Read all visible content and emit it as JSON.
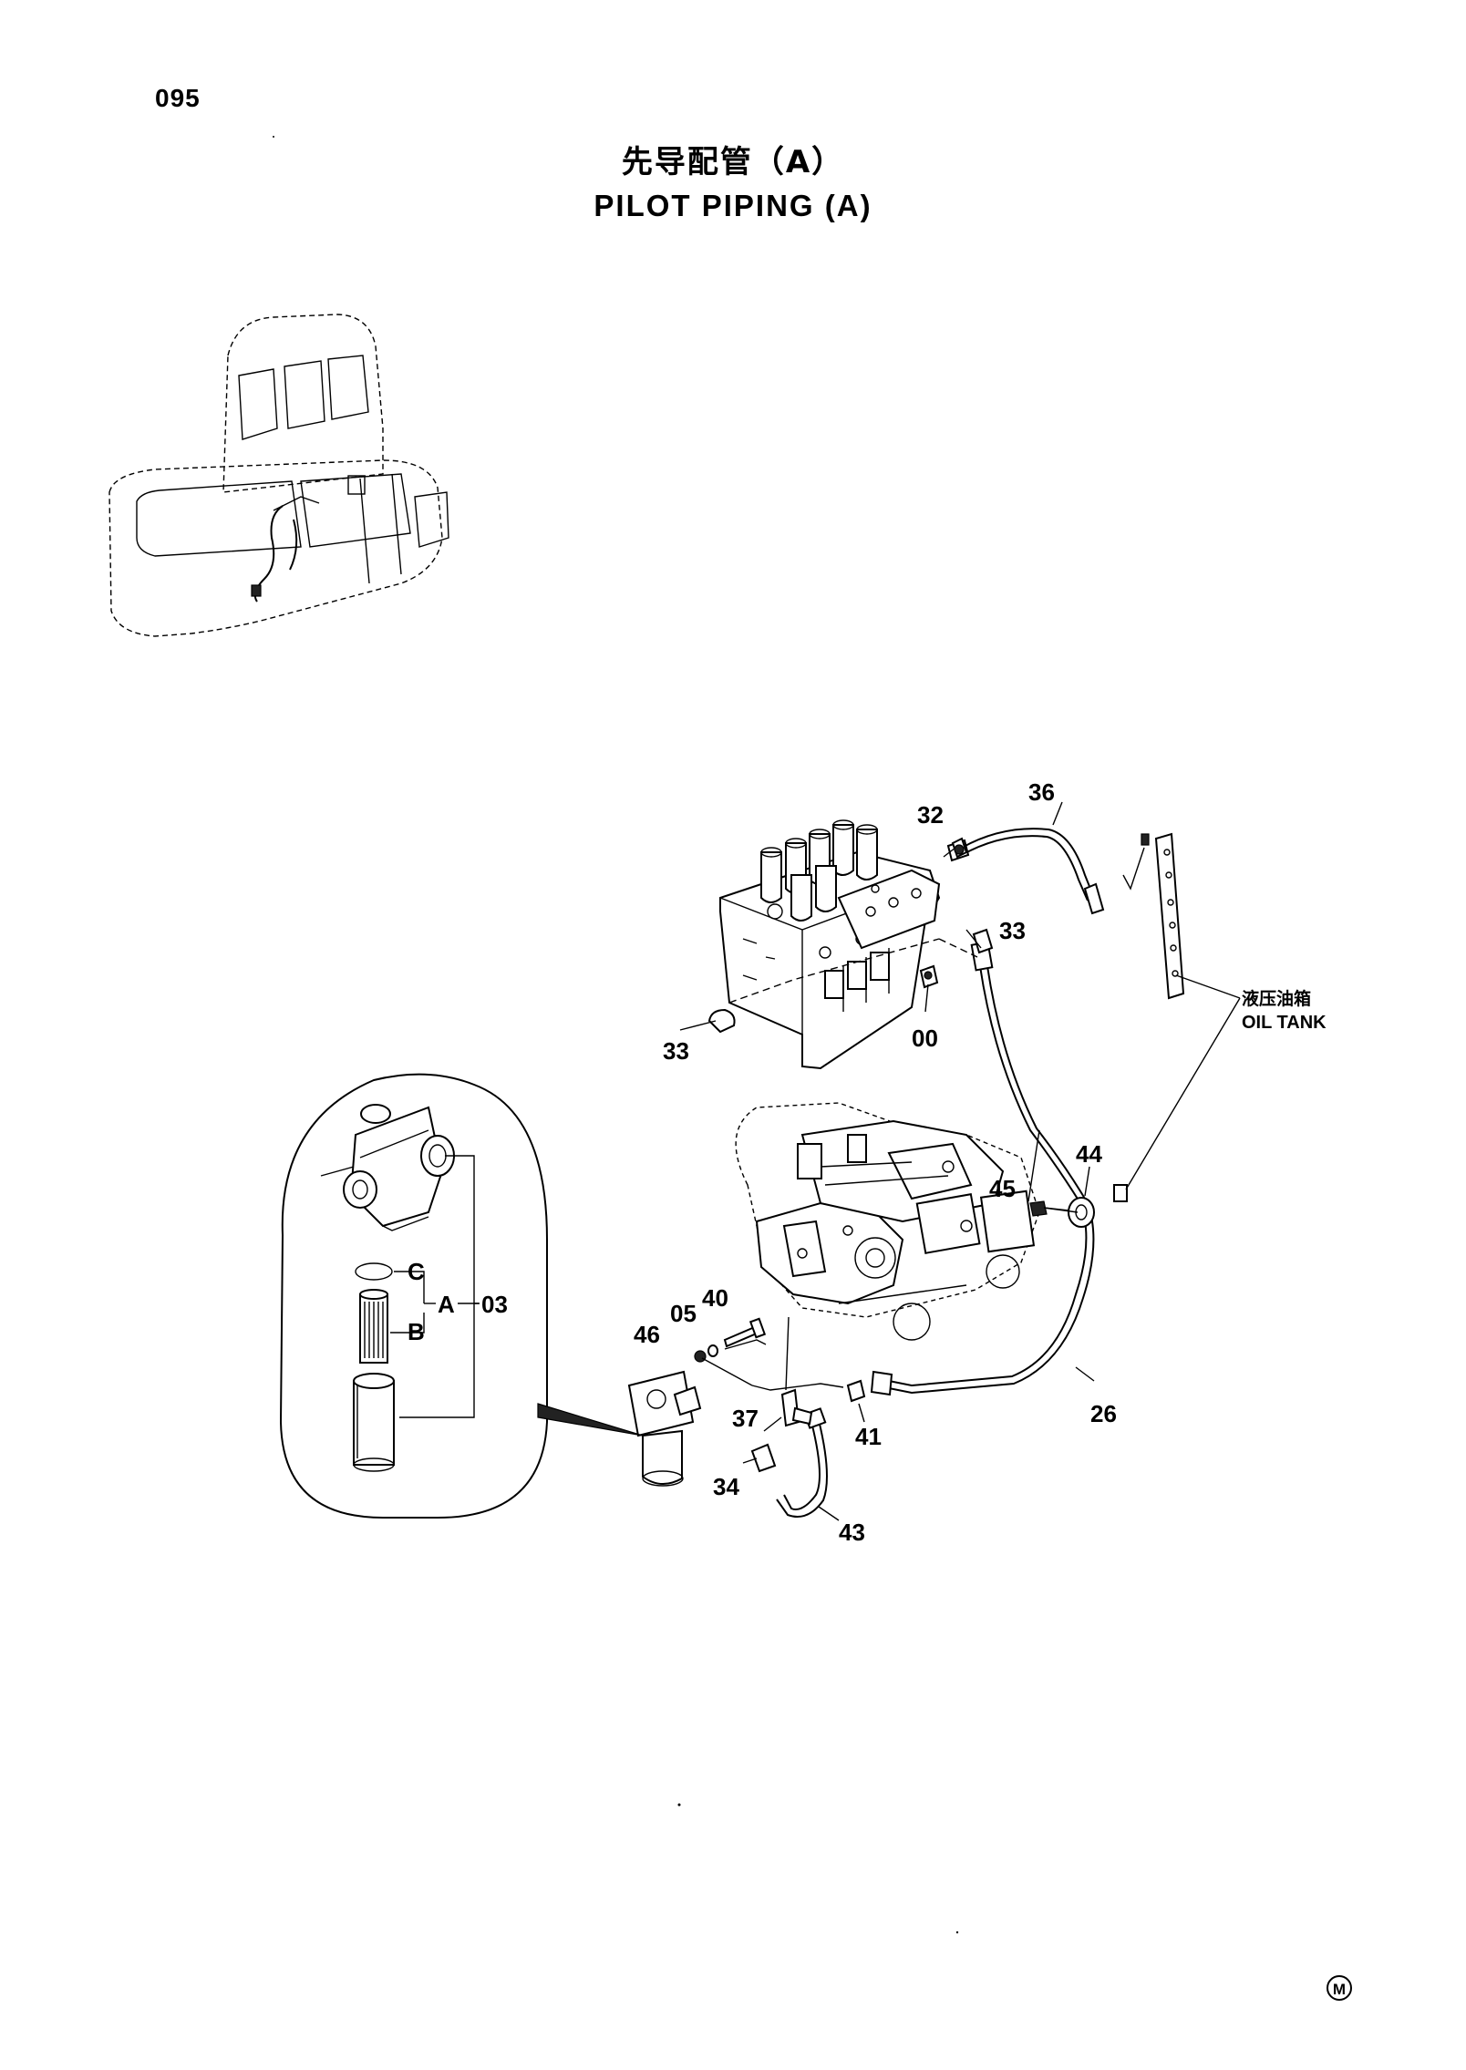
{
  "page_number": "095",
  "title_cn": "先导配管（A）",
  "title_en": "PILOT PIPING (A)",
  "annotation_oil_tank_cn": "液压油箱",
  "annotation_oil_tank_en": "OIL TANK",
  "filter_detail": {
    "sub_labels": [
      "C",
      "A",
      "B"
    ],
    "assembly_callout": "03"
  },
  "callouts": [
    "32",
    "36",
    "33",
    "33",
    "00",
    "44",
    "45",
    "05",
    "40",
    "46",
    "37",
    "41",
    "26",
    "34",
    "43"
  ],
  "corner_mark": "M"
}
